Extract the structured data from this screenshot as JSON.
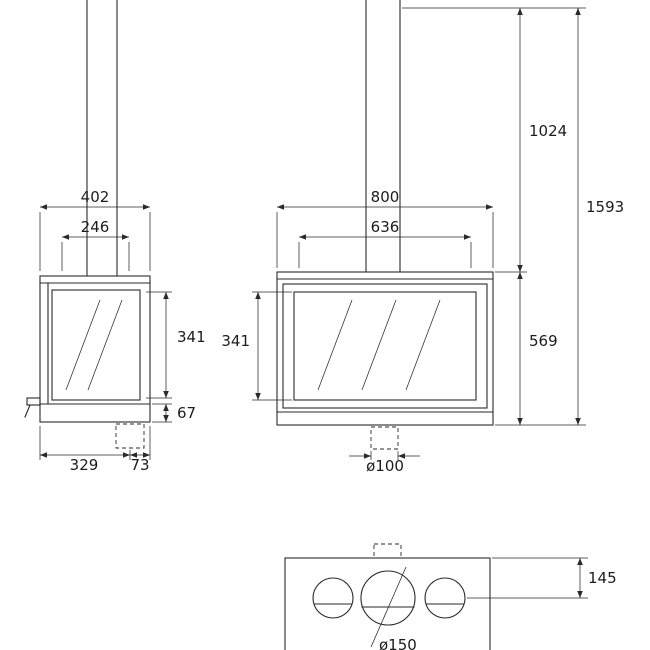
{
  "side_view": {
    "depth_overall": "402",
    "depth_inner": "246",
    "glass_height": "341",
    "plinth_height": "67",
    "outlet_from_front": "329",
    "outlet_from_rear": "73"
  },
  "front_view": {
    "width_overall": "800",
    "width_inner": "636",
    "glass_height": "341",
    "body_height": "569",
    "flue_height": "1024",
    "total_height": "1593",
    "bottom_outlet_diameter": "ø100"
  },
  "top_view": {
    "flue_rear_offset": "145",
    "flue_diameter": "ø150"
  },
  "style": {
    "line_color": "#2a2a2a",
    "background": "#ffffff"
  }
}
